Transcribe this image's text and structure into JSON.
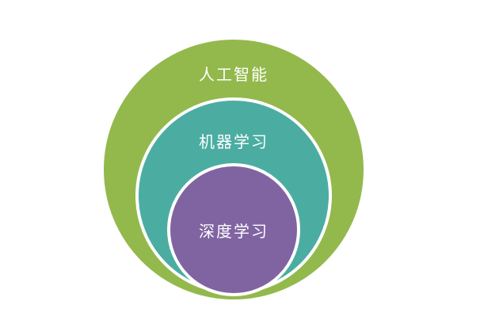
{
  "diagram": {
    "type": "nested-circles",
    "rings": [
      {
        "id": "artificial-intelligence",
        "label": "人工智能",
        "color": "#93b94c",
        "text_color": "#ffffff"
      },
      {
        "id": "machine-learning",
        "label": "机器学习",
        "color": "#4bada2",
        "text_color": "#ffffff"
      },
      {
        "id": "deep-learning",
        "label": "深度学习",
        "color": "#8064a2",
        "text_color": "#ffffff"
      }
    ]
  }
}
